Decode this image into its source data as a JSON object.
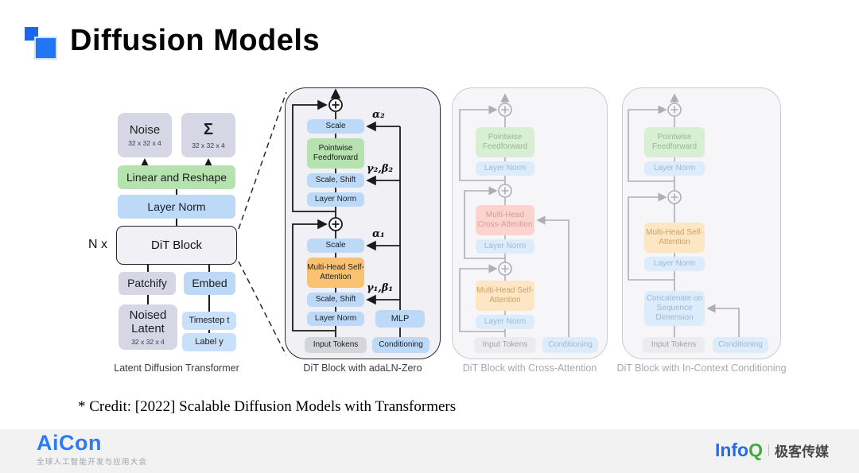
{
  "header": {
    "title": "Diffusion Models"
  },
  "credit": "* Credit: [2022] Scalable Diffusion Models with Transformers",
  "diagram1": {
    "caption": "Latent Diffusion Transformer",
    "n_times": "N x",
    "noise": "Noise",
    "noise_dim": "32 x 32 x 4",
    "sigma": "Σ",
    "sigma_dim": "32 x 32 x 4",
    "linear_reshape": "Linear and Reshape",
    "layer_norm": "Layer Norm",
    "dit_block": "DiT Block",
    "patchify": "Patchify",
    "embed": "Embed",
    "noised_latent": "Noised Latent",
    "latent_dim": "32 x 32 x 4",
    "timestep": "Timestep t",
    "label": "Label y"
  },
  "diagram2": {
    "caption": "DiT Block with adaLN-Zero",
    "scale_top": "Scale",
    "pointwise_ff": "Pointwise Feedforward",
    "scale_shift_top": "Scale, Shift",
    "layer_norm_top": "Layer Norm",
    "alpha2": "α₂",
    "gamma_beta2": "γ₂,β₂",
    "scale_bottom": "Scale",
    "mhsa": "Multi-Head Self-Attention",
    "scale_shift_bottom": "Scale, Shift",
    "layer_norm_bottom": "Layer Norm",
    "alpha1": "α₁",
    "gamma_beta1": "γ₁,β₁",
    "input_tokens": "Input Tokens",
    "mlp": "MLP",
    "conditioning": "Conditioning"
  },
  "diagram3": {
    "caption": "DiT Block with Cross-Attention",
    "pointwise_ff": "Pointwise Feedforward",
    "layer_norm_1": "Layer Norm",
    "mhca": "Multi-Head Cross-Attention",
    "layer_norm_2": "Layer Norm",
    "mhsa": "Multi-Head Self-Attention",
    "layer_norm_3": "Layer Norm",
    "input_tokens": "Input Tokens",
    "conditioning": "Conditioning"
  },
  "diagram4": {
    "caption": "DiT Block with In-Context Conditioning",
    "pointwise_ff": "Pointwise Feedforward",
    "layer_norm_1": "Layer Norm",
    "mhsa": "Multi-Head Self-Attention",
    "layer_norm_2": "Layer Norm",
    "concat": "Concatenate on Sequence Dimension",
    "input_tokens": "Input Tokens",
    "conditioning": "Conditioning"
  },
  "footer": {
    "aicon": "AiCon",
    "aicon_sub": "全球人工智能开发与应用大会",
    "infoq_info": "Info",
    "infoq_q": "Q",
    "infoq_partner": "极客传媒"
  },
  "colors": {
    "accent_blue": "#2176f6",
    "box_blue": "#bcd9f8",
    "box_green": "#b5e2ae",
    "box_orange": "#f9c272",
    "box_lavender": "#d6d6e4",
    "box_red_faded": "#fbd4cf",
    "footer_bg": "#f2f2f2"
  }
}
